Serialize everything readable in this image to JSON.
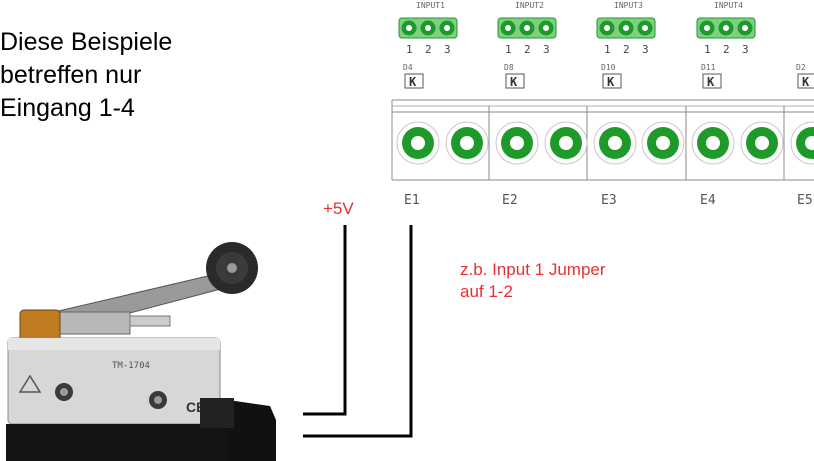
{
  "intro": {
    "lines": [
      "Diese Beispiele",
      "betreffen nur",
      "Eingang 1-4"
    ]
  },
  "board": {
    "inputs": [
      {
        "label": "INPUT1",
        "pins": [
          "1",
          "2",
          "3"
        ],
        "diode": "D4"
      },
      {
        "label": "INPUT2",
        "pins": [
          "1",
          "2",
          "3"
        ],
        "diode": "D8"
      },
      {
        "label": "INPUT3",
        "pins": [
          "1",
          "2",
          "3"
        ],
        "diode": "D10"
      },
      {
        "label": "INPUT4",
        "pins": [
          "1",
          "2",
          "3"
        ],
        "diode": "D11"
      },
      {
        "label": "",
        "pins": [],
        "diode": "D2"
      }
    ],
    "terminals": [
      "E1",
      "E2",
      "E3",
      "E4",
      "E5"
    ],
    "diode_glyph": "K"
  },
  "annotation": {
    "voltage": "+5V",
    "note_lines": [
      "z.b. Input 1 Jumper",
      "auf 1-2"
    ]
  },
  "switch_photo": {
    "model": "TM-1704",
    "ce_mark": "CE"
  },
  "colors": {
    "annotation": "#e83030",
    "connector_green": "#1e9a2a",
    "wire": "#000000",
    "board_line": "#8a8a8a"
  }
}
